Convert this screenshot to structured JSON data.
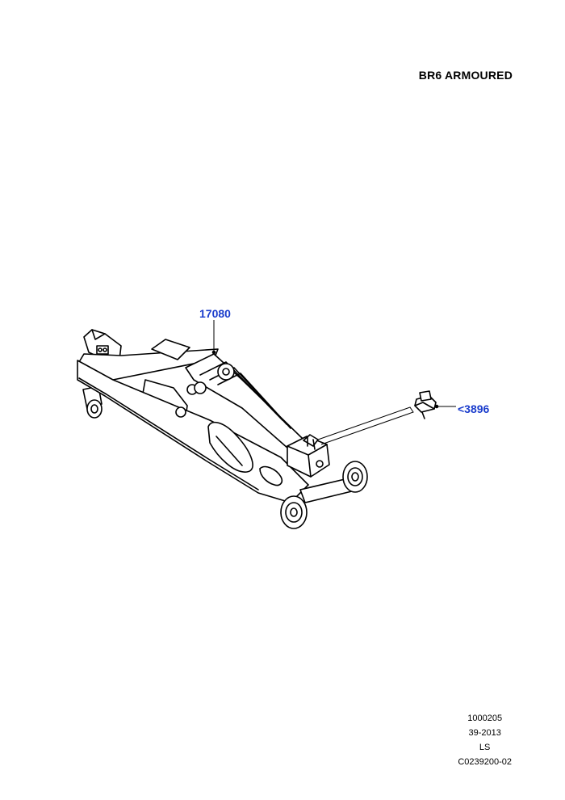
{
  "header": {
    "variant": "BR6 ARMOURED"
  },
  "callouts": [
    {
      "label": "17080",
      "part": "jack",
      "color": "#1a3ccc"
    },
    {
      "label": "<3896",
      "part": "bolt",
      "color": "#1a3ccc"
    }
  ],
  "icons": {
    "jack": "trolley-jack-icon",
    "bolt": "flanged-bolt-icon"
  },
  "footer": {
    "line1": "1000205",
    "line2": "39-2013",
    "line3": "LS",
    "line4": "C0239200-02"
  }
}
